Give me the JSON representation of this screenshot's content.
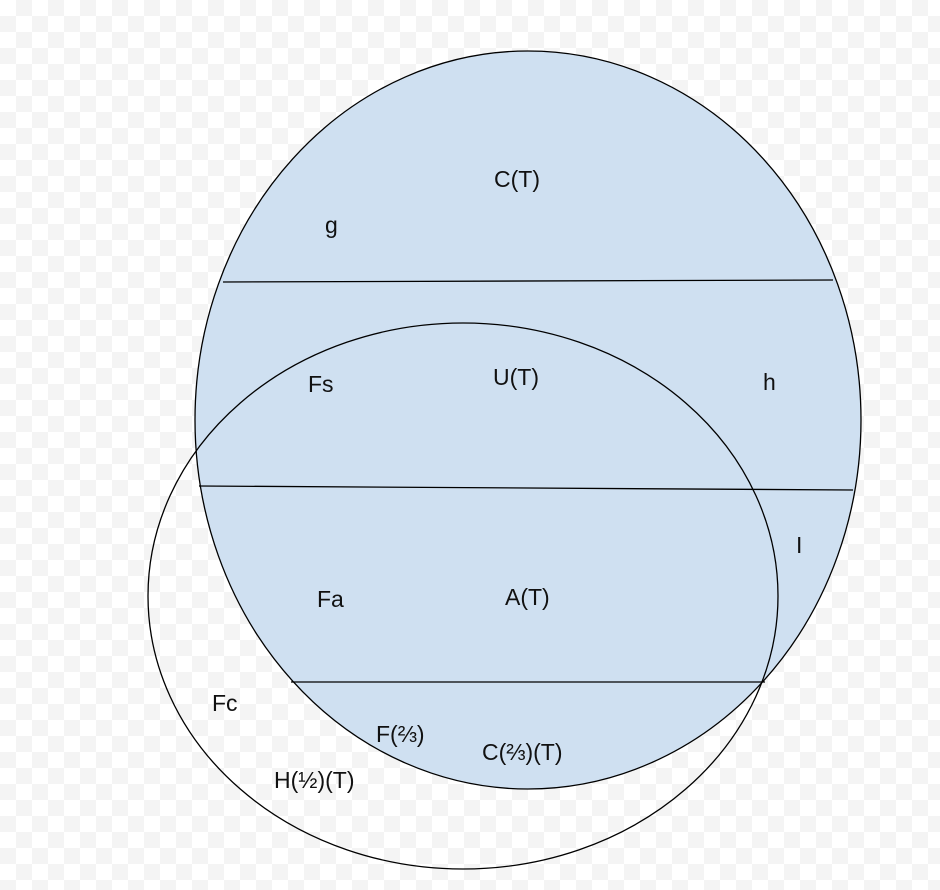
{
  "diagram": {
    "fill_color": "#cfe0f1",
    "line_color": "#000000",
    "regions": {
      "c_t": "C(T)",
      "u_t": "U(T)",
      "a_t": "A(T)",
      "c_two_thirds_t": "C(⅔)(T)"
    },
    "sets": {
      "g": "g",
      "h": "h",
      "i": "I",
      "fs": "Fs",
      "fa": "Fa",
      "fc": "Fc",
      "f_two_thirds": "F(⅔)",
      "h_half_t": "H(½)(T)"
    }
  }
}
